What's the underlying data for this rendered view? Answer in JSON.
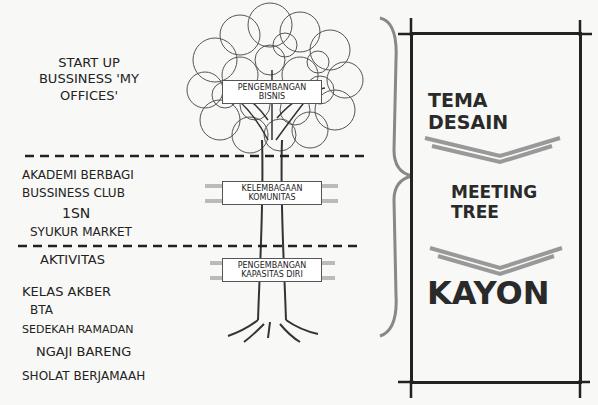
{
  "diagram": {
    "nodes": [
      {
        "text": [
          "PENGEMBANGAN BISNIS"
        ]
      },
      {
        "text": [
          "KELEMBAGAAN KOMUNITAS"
        ]
      },
      {
        "text": [
          "PENGEMBANGAN KAPASITAS DIRI"
        ]
      },
      {
        "text": [
          "TEMA DESAIN",
          "MEETING TREE",
          "KAYON"
        ]
      }
    ],
    "labels": [
      "START UP BUSSINESS 'MY OFFICES'",
      "AKADEMI BERBAGI",
      "BUSSINESS CLUB",
      "1SN",
      "SYUKUR MARKET",
      "AKTIVITAS",
      "KELAS AKBER",
      "BTA",
      "SEDEKAH RAMADAN",
      "NGAJI BARENG",
      "SHOLAT BERJAMAAH"
    ]
  }
}
